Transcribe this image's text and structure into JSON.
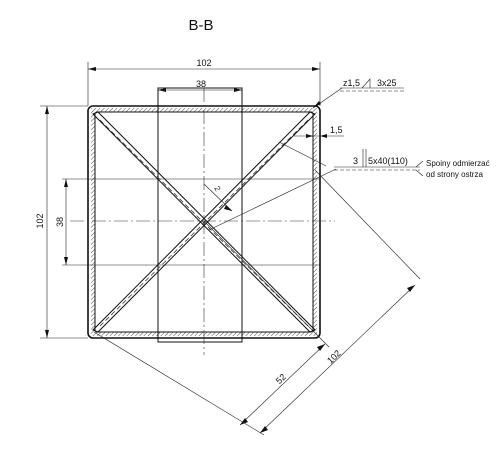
{
  "section_title": "B-B",
  "dimensions": {
    "top_width": "102",
    "inner_width": "38",
    "left_height": "102",
    "inner_height": "38",
    "wall": "1,5",
    "center_gap": "2",
    "diagonal_full": "102",
    "diagonal_half": "52"
  },
  "weld_symbols": {
    "top_corner_size": "z1,5",
    "top_corner_spec": "3x25",
    "internal_size": "3",
    "internal_spec": "5x40(110)"
  },
  "note": {
    "line1": "Spoiny odmierzać",
    "line2": "od strony ostrza"
  }
}
